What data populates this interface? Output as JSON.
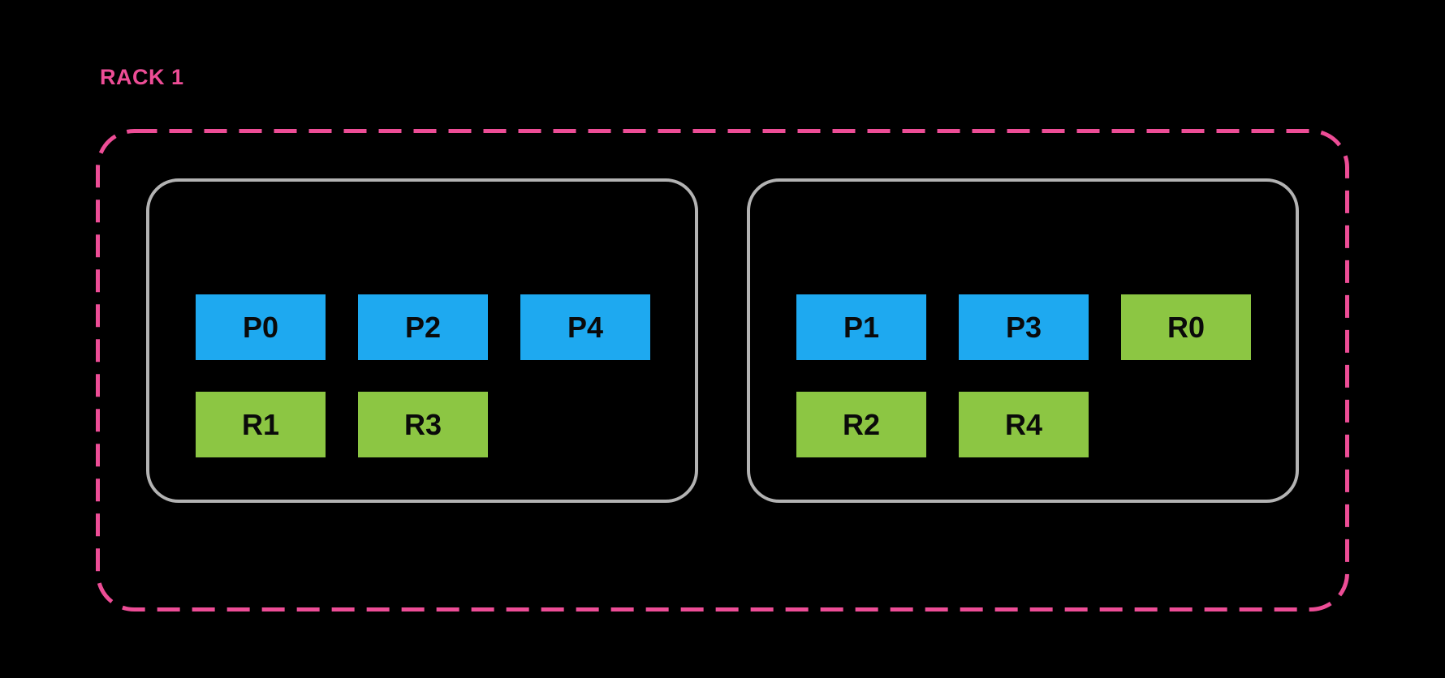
{
  "rack": {
    "title": "RACK 1",
    "groups": [
      {
        "rows": [
          [
            {
              "label": "P0",
              "type": "primary"
            },
            {
              "label": "P2",
              "type": "primary"
            },
            {
              "label": "P4",
              "type": "primary"
            }
          ],
          [
            {
              "label": "R1",
              "type": "replica"
            },
            {
              "label": "R3",
              "type": "replica"
            }
          ]
        ]
      },
      {
        "rows": [
          [
            {
              "label": "P1",
              "type": "primary"
            },
            {
              "label": "P3",
              "type": "primary"
            },
            {
              "label": "R0",
              "type": "replica"
            }
          ],
          [
            {
              "label": "R2",
              "type": "replica"
            },
            {
              "label": "R4",
              "type": "replica"
            }
          ]
        ]
      }
    ]
  },
  "colors": {
    "background": "#000000",
    "rack_border": "#ed4d96",
    "rack_title": "#ed4d96",
    "group_border": "#b3b3b3",
    "primary_block": "#1ea9f0",
    "replica_block": "#8cc643",
    "block_text": "#0a0a0a"
  }
}
